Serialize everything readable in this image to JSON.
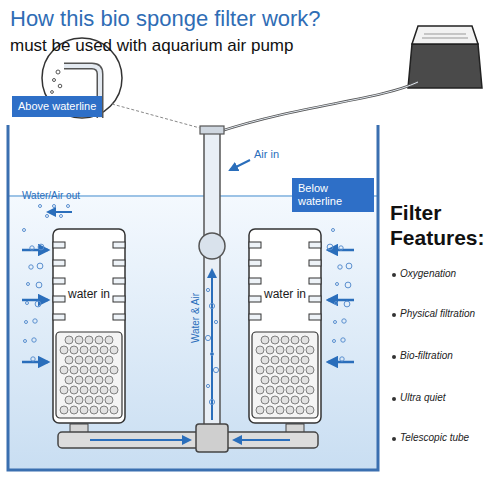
{
  "diagram": {
    "title": "How this bio sponge filter work?",
    "nodes": [
      {
        "text": [
          "Above waterline"
        ]
      },
      {
        "text": [
          "Below waterline"
        ]
      },
      {
        "text": [
          "water in"
        ]
      },
      {
        "text": [
          "water in"
        ]
      }
    ],
    "labels": [
      "must be used with aquarium air pump",
      "Water/Air out",
      "Air in",
      "Water & Air",
      "Filter Features:",
      "Oxygenation",
      "Physical filtration",
      "Bio-filtration",
      "Ultra quiet",
      "Telescopic tube"
    ]
  }
}
